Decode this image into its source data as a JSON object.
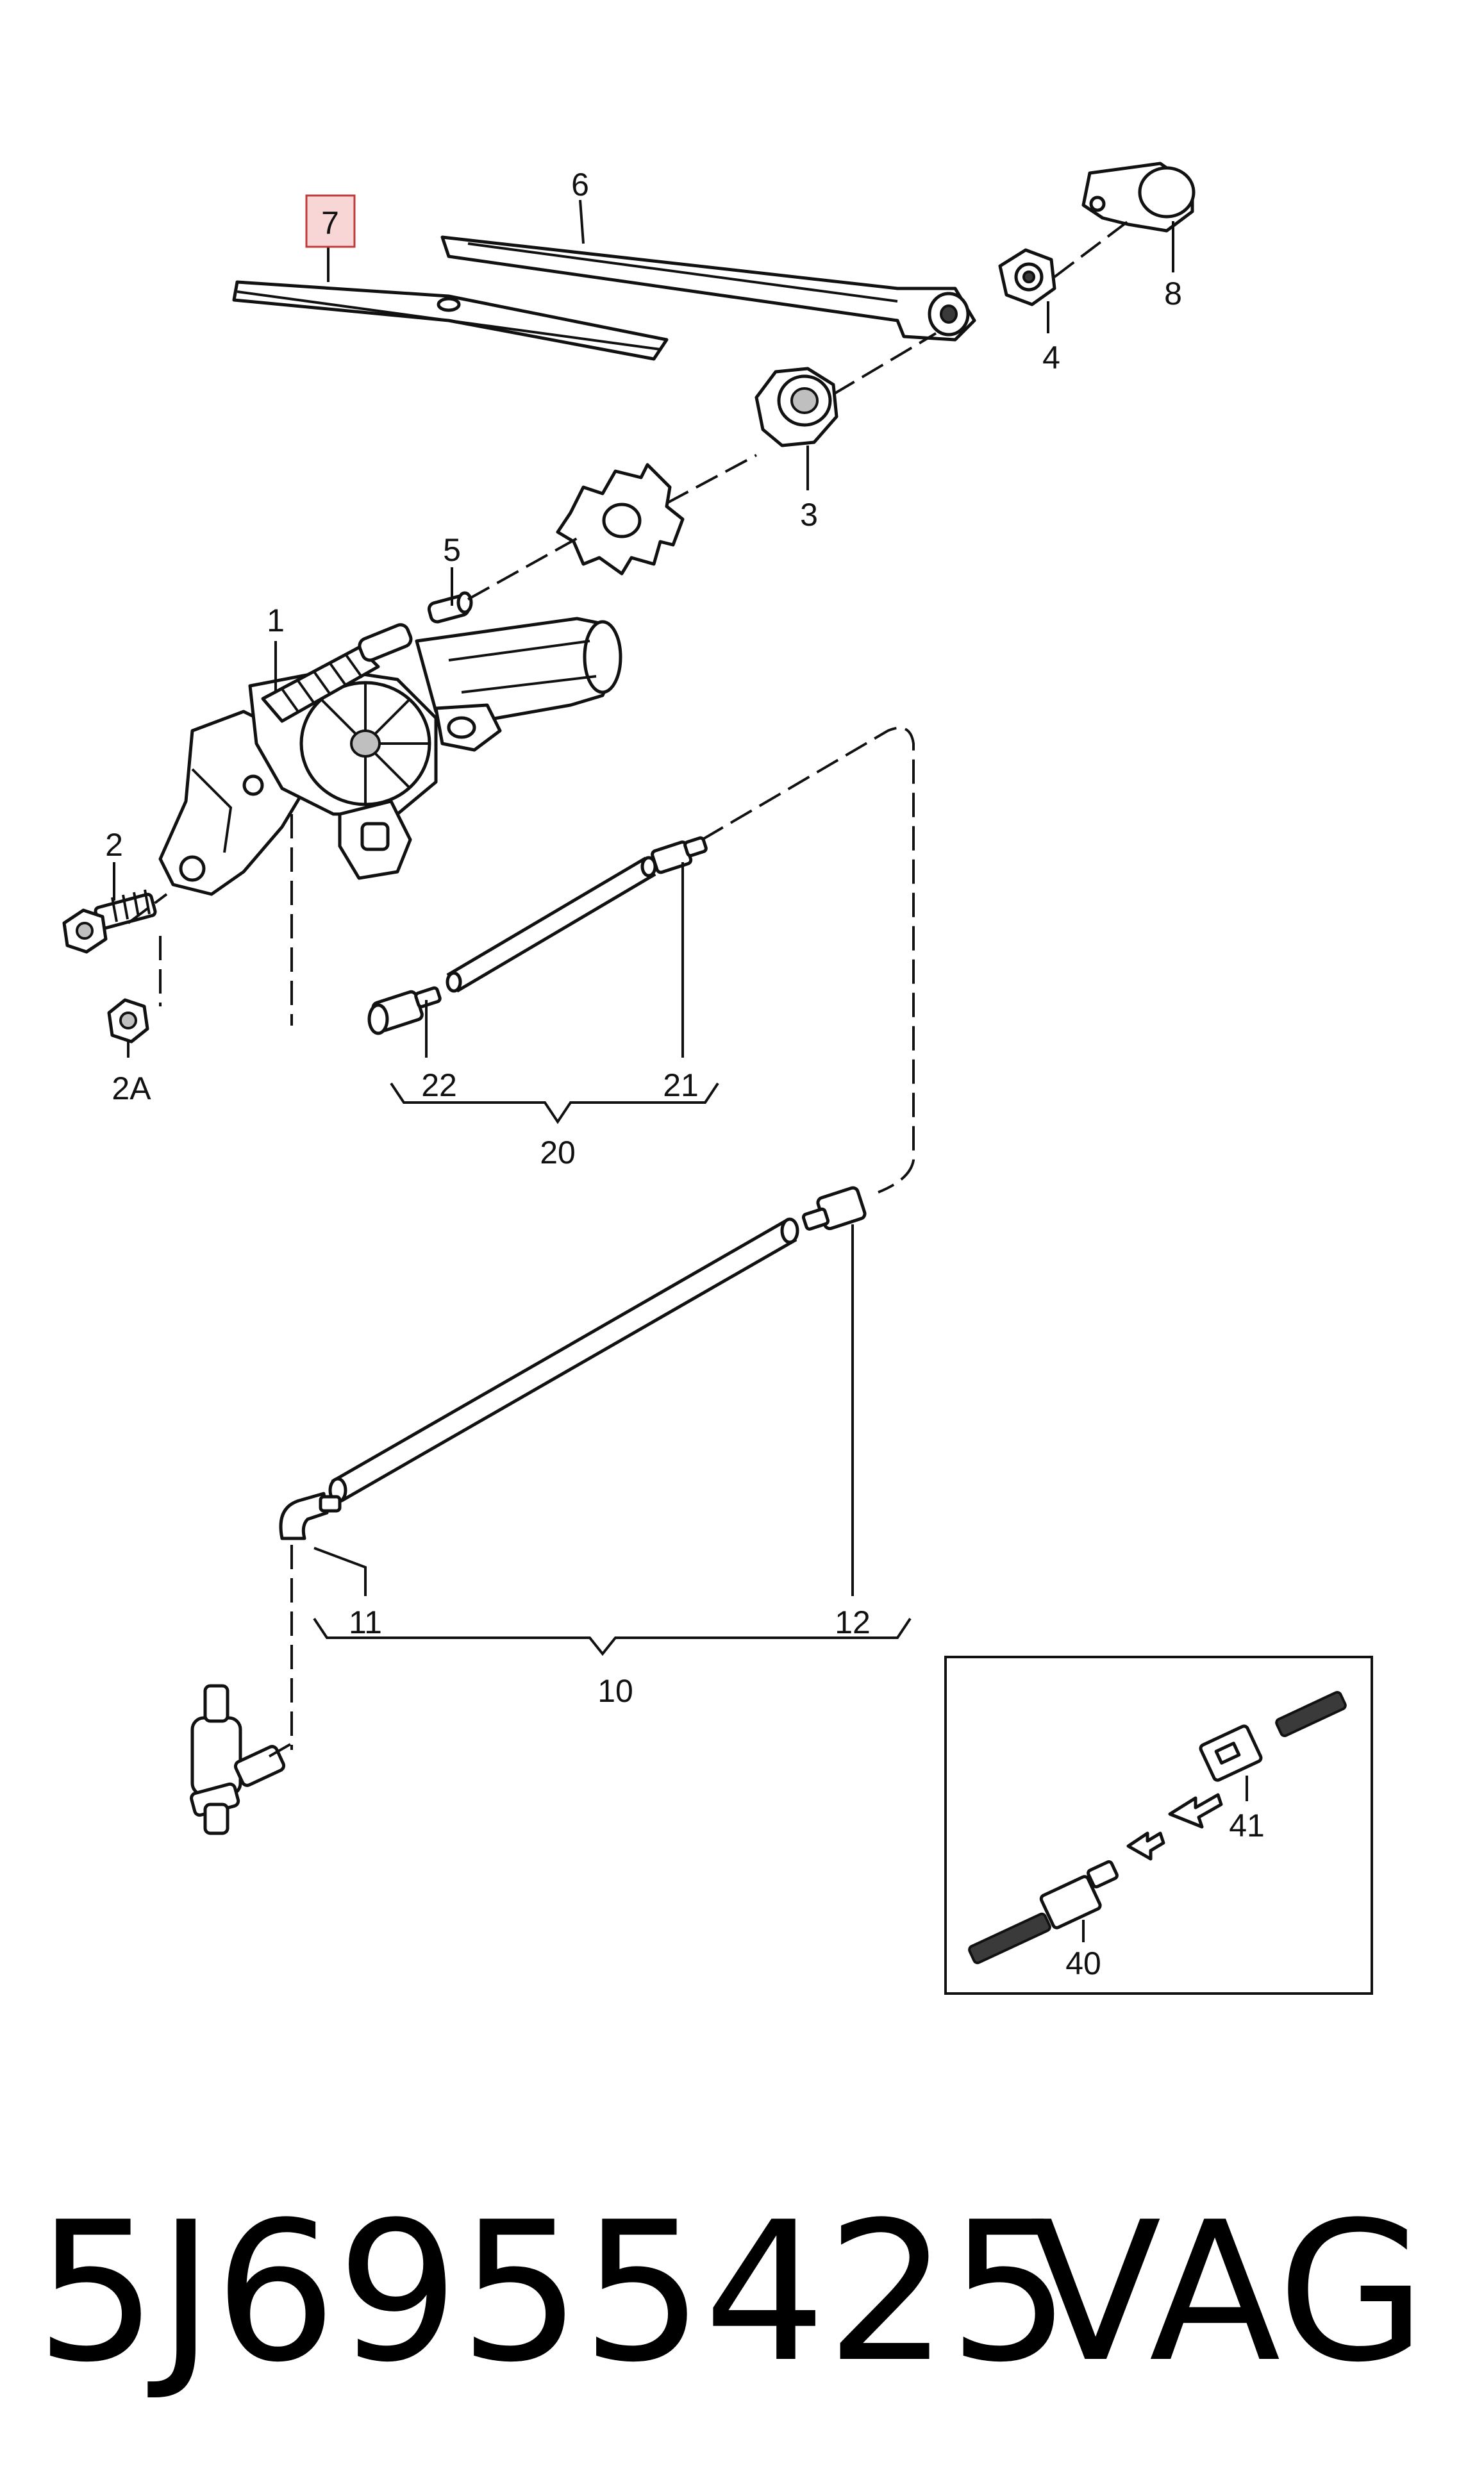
{
  "callouts": {
    "p1": "1",
    "p2": "2",
    "p2a": "2A",
    "p3": "3",
    "p4": "4",
    "p5": "5",
    "p6": "6",
    "p7": "7",
    "p8": "8",
    "p10": "10",
    "p11": "11",
    "p12": "12",
    "p20": "20",
    "p21": "21",
    "p22": "22",
    "p40": "40",
    "p41": "41"
  },
  "highlight_color": "#f9d6d6",
  "highlight_border": "#c0393b",
  "caption": {
    "part_number": "5J6955425",
    "brand": "VAG"
  }
}
